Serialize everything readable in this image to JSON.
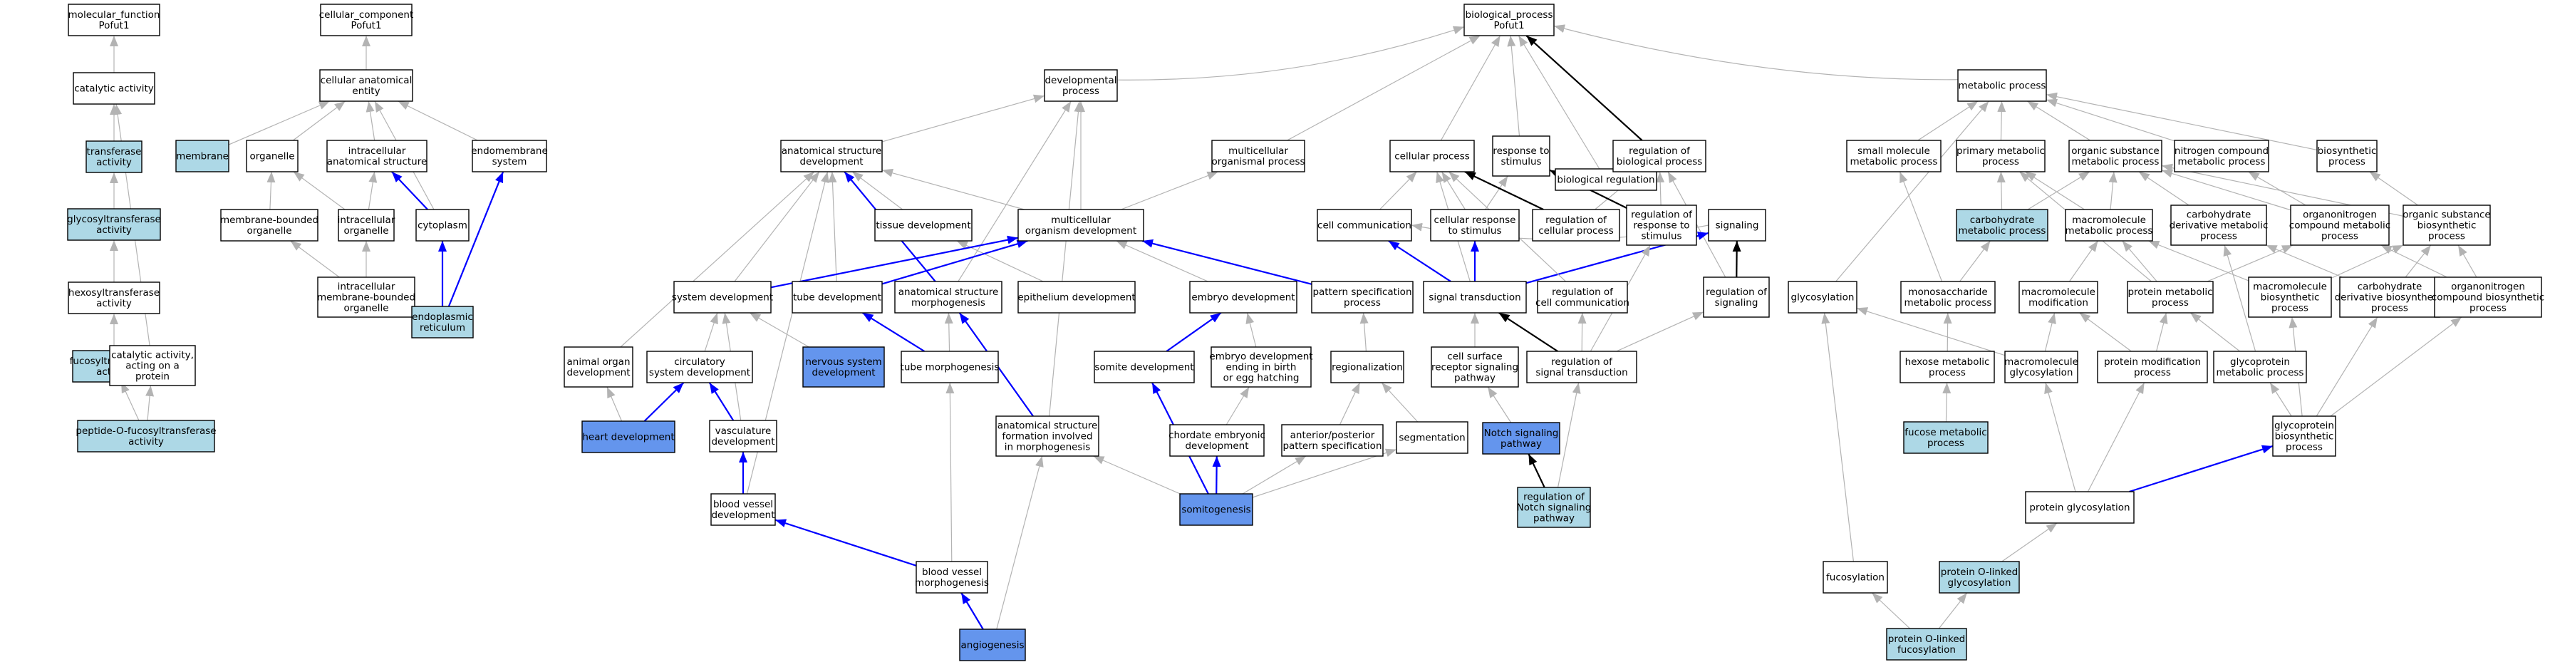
{
  "colors": {
    "plain": "#ffffff",
    "light": "#add8e6",
    "strong": "#6495ed",
    "is_a": "#b3b3b3",
    "part_of": "#0000ff",
    "regulates": "#000000"
  },
  "nodes": {
    "mf": {
      "lines": [
        "molecular_function",
        "Pofut1"
      ],
      "style": "plain"
    },
    "cat": {
      "lines": [
        "catalytic activity"
      ],
      "style": "plain"
    },
    "tra": {
      "lines": [
        "transferase",
        "activity"
      ],
      "style": "light"
    },
    "glyt": {
      "lines": [
        "glycosyltransferase",
        "activity"
      ],
      "style": "light"
    },
    "hexo": {
      "lines": [
        "hexosyltransferase",
        "activity"
      ],
      "style": "plain"
    },
    "fuct": {
      "lines": [
        "fucosyltransferase",
        "activity"
      ],
      "style": "light"
    },
    "catp": {
      "lines": [
        "catalytic activity,",
        "acting on a",
        "protein"
      ],
      "style": "plain"
    },
    "pof": {
      "lines": [
        "peptide-O-fucosyltransferase",
        "activity"
      ],
      "style": "light"
    },
    "cc": {
      "lines": [
        "cellular_component",
        "Pofut1"
      ],
      "style": "plain"
    },
    "cae": {
      "lines": [
        "cellular anatomical",
        "entity"
      ],
      "style": "plain"
    },
    "mem": {
      "lines": [
        "membrane"
      ],
      "style": "light"
    },
    "org": {
      "lines": [
        "organelle"
      ],
      "style": "plain"
    },
    "ias": {
      "lines": [
        "intracellular",
        "anatomical structure"
      ],
      "style": "plain"
    },
    "ems": {
      "lines": [
        "endomembrane",
        "system"
      ],
      "style": "plain"
    },
    "mbo": {
      "lines": [
        "membrane-bounded",
        "organelle"
      ],
      "style": "plain"
    },
    "io": {
      "lines": [
        "intracellular",
        "organelle"
      ],
      "style": "plain"
    },
    "cyt": {
      "lines": [
        "cytoplasm"
      ],
      "style": "plain"
    },
    "imbo": {
      "lines": [
        "intracellular",
        "membrane-bounded",
        "organelle"
      ],
      "style": "plain"
    },
    "er": {
      "lines": [
        "endoplasmic",
        "reticulum"
      ],
      "style": "light"
    },
    "bp": {
      "lines": [
        "biological_process",
        "Pofut1"
      ],
      "style": "plain"
    },
    "devp": {
      "lines": [
        "developmental",
        "process"
      ],
      "style": "plain"
    },
    "asd": {
      "lines": [
        "anatomical structure",
        "development"
      ],
      "style": "plain"
    },
    "mop": {
      "lines": [
        "multicellular",
        "organismal process"
      ],
      "style": "plain"
    },
    "cp": {
      "lines": [
        "cellular process"
      ],
      "style": "plain"
    },
    "rts": {
      "lines": [
        "response to",
        "stimulus"
      ],
      "style": "plain"
    },
    "breg": {
      "lines": [
        "biological regulation"
      ],
      "style": "plain"
    },
    "rbp": {
      "lines": [
        "regulation of",
        "biological process"
      ],
      "style": "plain"
    },
    "mp": {
      "lines": [
        "metabolic process"
      ],
      "style": "plain"
    },
    "td": {
      "lines": [
        "tissue development"
      ],
      "style": "plain"
    },
    "mod": {
      "lines": [
        "multicellular",
        "organism development"
      ],
      "style": "plain"
    },
    "cc2": {
      "lines": [
        "cell communication"
      ],
      "style": "plain"
    },
    "crs": {
      "lines": [
        "cellular response",
        "to stimulus"
      ],
      "style": "plain"
    },
    "rcp": {
      "lines": [
        "regulation of",
        "cellular process"
      ],
      "style": "plain"
    },
    "rrs": {
      "lines": [
        "regulation of",
        "response to",
        "stimulus"
      ],
      "style": "plain"
    },
    "sig": {
      "lines": [
        "signaling"
      ],
      "style": "plain"
    },
    "sd": {
      "lines": [
        "system development"
      ],
      "style": "plain"
    },
    "tubd": {
      "lines": [
        "tube development"
      ],
      "style": "plain"
    },
    "asm": {
      "lines": [
        "anatomical structure",
        "morphogenesis"
      ],
      "style": "plain"
    },
    "epd": {
      "lines": [
        "epithelium development"
      ],
      "style": "plain"
    },
    "ed": {
      "lines": [
        "embryo development"
      ],
      "style": "plain"
    },
    "psp": {
      "lines": [
        "pattern specification",
        "process"
      ],
      "style": "plain"
    },
    "st": {
      "lines": [
        "signal transduction"
      ],
      "style": "plain"
    },
    "rcc": {
      "lines": [
        "regulation of",
        "cell communication"
      ],
      "style": "plain"
    },
    "rsig": {
      "lines": [
        "regulation of",
        "signaling"
      ],
      "style": "plain"
    },
    "aod": {
      "lines": [
        "animal organ",
        "development"
      ],
      "style": "plain"
    },
    "csd": {
      "lines": [
        "circulatory",
        "system development"
      ],
      "style": "plain"
    },
    "nsd": {
      "lines": [
        "nervous system",
        "development"
      ],
      "style": "strong"
    },
    "tm": {
      "lines": [
        "tube morphogenesis"
      ],
      "style": "plain"
    },
    "sod": {
      "lines": [
        "somite development"
      ],
      "style": "plain"
    },
    "edb": {
      "lines": [
        "embryo development",
        "ending in birth",
        "or egg hatching"
      ],
      "style": "plain"
    },
    "reg": {
      "lines": [
        "regionalization"
      ],
      "style": "plain"
    },
    "csr": {
      "lines": [
        "cell surface",
        "receptor signaling",
        "pathway"
      ],
      "style": "plain"
    },
    "rst": {
      "lines": [
        "regulation of",
        "signal transduction"
      ],
      "style": "plain"
    },
    "hd": {
      "lines": [
        "heart development"
      ],
      "style": "strong"
    },
    "vd": {
      "lines": [
        "vasculature",
        "development"
      ],
      "style": "plain"
    },
    "asf": {
      "lines": [
        "anatomical structure",
        "formation involved",
        "in morphogenesis"
      ],
      "style": "plain"
    },
    "ced": {
      "lines": [
        "chordate embryonic",
        "development"
      ],
      "style": "plain"
    },
    "aps": {
      "lines": [
        "anterior/posterior",
        "pattern specification"
      ],
      "style": "plain"
    },
    "seg": {
      "lines": [
        "segmentation"
      ],
      "style": "plain"
    },
    "notch": {
      "lines": [
        "Notch signaling",
        "pathway"
      ],
      "style": "strong"
    },
    "bvd": {
      "lines": [
        "blood vessel",
        "development"
      ],
      "style": "plain"
    },
    "somi": {
      "lines": [
        "somitogenesis"
      ],
      "style": "strong"
    },
    "rnotch": {
      "lines": [
        "regulation of",
        "Notch signaling",
        "pathway"
      ],
      "style": "light"
    },
    "bvm": {
      "lines": [
        "blood vessel",
        "morphogenesis"
      ],
      "style": "plain"
    },
    "ang": {
      "lines": [
        "angiogenesis"
      ],
      "style": "strong"
    },
    "smp": {
      "lines": [
        "small molecule",
        "metabolic process"
      ],
      "style": "plain"
    },
    "pmp": {
      "lines": [
        "primary metabolic",
        "process"
      ],
      "style": "plain"
    },
    "osmp": {
      "lines": [
        "organic substance",
        "metabolic process"
      ],
      "style": "plain"
    },
    "ncmp": {
      "lines": [
        "nitrogen compound",
        "metabolic process"
      ],
      "style": "plain"
    },
    "bsp": {
      "lines": [
        "biosynthetic",
        "process"
      ],
      "style": "plain"
    },
    "chmp": {
      "lines": [
        "carbohydrate",
        "metabolic process"
      ],
      "style": "light"
    },
    "mmp": {
      "lines": [
        "macromolecule",
        "metabolic process"
      ],
      "style": "plain"
    },
    "cdmp": {
      "lines": [
        "carbohydrate",
        "derivative metabolic",
        "process"
      ],
      "style": "plain"
    },
    "oncmp": {
      "lines": [
        "organonitrogen",
        "compound metabolic",
        "process"
      ],
      "style": "plain"
    },
    "osbp": {
      "lines": [
        "organic substance",
        "biosynthetic",
        "process"
      ],
      "style": "plain"
    },
    "glyc": {
      "lines": [
        "glycosylation"
      ],
      "style": "plain"
    },
    "msmp": {
      "lines": [
        "monosaccharide",
        "metabolic process"
      ],
      "style": "plain"
    },
    "mmod": {
      "lines": [
        "macromolecule",
        "modification"
      ],
      "style": "plain"
    },
    "prmp": {
      "lines": [
        "protein metabolic",
        "process"
      ],
      "style": "plain"
    },
    "mbp": {
      "lines": [
        "macromolecule",
        "biosynthetic",
        "process"
      ],
      "style": "plain"
    },
    "cdbp": {
      "lines": [
        "carbohydrate",
        "derivative biosynthetic",
        "process"
      ],
      "style": "plain"
    },
    "oncbp": {
      "lines": [
        "organonitrogen",
        "compound biosynthetic",
        "process"
      ],
      "style": "plain"
    },
    "hmp": {
      "lines": [
        "hexose metabolic",
        "process"
      ],
      "style": "plain"
    },
    "mglyc": {
      "lines": [
        "macromolecule",
        "glycosylation"
      ],
      "style": "plain"
    },
    "pmod": {
      "lines": [
        "protein modification",
        "process"
      ],
      "style": "plain"
    },
    "gpmp": {
      "lines": [
        "glycoprotein",
        "metabolic process"
      ],
      "style": "plain"
    },
    "fmp": {
      "lines": [
        "fucose metabolic",
        "process"
      ],
      "style": "light"
    },
    "gpbp": {
      "lines": [
        "glycoprotein",
        "biosynthetic",
        "process"
      ],
      "style": "plain"
    },
    "pglyc": {
      "lines": [
        "protein glycosylation"
      ],
      "style": "plain"
    },
    "fuco": {
      "lines": [
        "fucosylation"
      ],
      "style": "plain"
    },
    "pog": {
      "lines": [
        "protein O-linked",
        "glycosylation"
      ],
      "style": "light"
    },
    "pof2": {
      "lines": [
        "protein O-linked",
        "fucosylation"
      ],
      "style": "light"
    }
  },
  "edges": [
    [
      "cat",
      "mf",
      "is_a"
    ],
    [
      "tra",
      "cat",
      "is_a"
    ],
    [
      "glyt",
      "tra",
      "is_a"
    ],
    [
      "hexo",
      "glyt",
      "is_a"
    ],
    [
      "fuct",
      "hexo",
      "is_a"
    ],
    [
      "catp",
      "cat",
      "is_a"
    ],
    [
      "pof",
      "fuct",
      "is_a"
    ],
    [
      "pof",
      "catp",
      "is_a"
    ],
    [
      "cae",
      "cc",
      "is_a"
    ],
    [
      "mem",
      "cae",
      "is_a"
    ],
    [
      "org",
      "cae",
      "is_a"
    ],
    [
      "ias",
      "cae",
      "is_a"
    ],
    [
      "ems",
      "cae",
      "is_a"
    ],
    [
      "cyt",
      "cae",
      "is_a"
    ],
    [
      "mbo",
      "org",
      "is_a"
    ],
    [
      "io",
      "org",
      "is_a"
    ],
    [
      "io",
      "ias",
      "is_a"
    ],
    [
      "cyt",
      "ias",
      "part_of"
    ],
    [
      "imbo",
      "mbo",
      "is_a"
    ],
    [
      "imbo",
      "io",
      "is_a"
    ],
    [
      "er",
      "imbo",
      "is_a"
    ],
    [
      "er",
      "cyt",
      "part_of"
    ],
    [
      "er",
      "ems",
      "part_of"
    ],
    [
      "devp",
      "bp",
      "is_a"
    ],
    [
      "mop",
      "bp",
      "is_a"
    ],
    [
      "cp",
      "bp",
      "is_a"
    ],
    [
      "rts",
      "bp",
      "is_a"
    ],
    [
      "breg",
      "bp",
      "is_a"
    ],
    [
      "rbp",
      "bp",
      "regulates"
    ],
    [
      "mp",
      "bp",
      "is_a"
    ],
    [
      "rbp",
      "breg",
      "is_a"
    ],
    [
      "asd",
      "devp",
      "is_a"
    ],
    [
      "mod",
      "devp",
      "is_a"
    ],
    [
      "mod",
      "mop",
      "is_a"
    ],
    [
      "asm",
      "devp",
      "is_a"
    ],
    [
      "td",
      "asd",
      "is_a"
    ],
    [
      "sd",
      "asd",
      "is_a"
    ],
    [
      "mod",
      "asd",
      "is_a"
    ],
    [
      "tubd",
      "asd",
      "is_a"
    ],
    [
      "aod",
      "asd",
      "is_a"
    ],
    [
      "bvd",
      "asd",
      "is_a"
    ],
    [
      "asm",
      "asd",
      "part_of"
    ],
    [
      "epd",
      "td",
      "is_a"
    ],
    [
      "sd",
      "mod",
      "part_of"
    ],
    [
      "tubd",
      "mod",
      "part_of"
    ],
    [
      "ed",
      "mod",
      "is_a"
    ],
    [
      "psp",
      "mod",
      "part_of"
    ],
    [
      "cc2",
      "cp",
      "is_a"
    ],
    [
      "crs",
      "cp",
      "is_a"
    ],
    [
      "crs",
      "rts",
      "is_a"
    ],
    [
      "rcp",
      "cp",
      "regulates"
    ],
    [
      "rcp",
      "rbp",
      "is_a"
    ],
    [
      "rrs",
      "rts",
      "regulates"
    ],
    [
      "rrs",
      "rbp",
      "is_a"
    ],
    [
      "sig",
      "cc2",
      "is_a"
    ],
    [
      "rsig",
      "sig",
      "regulates"
    ],
    [
      "rsig",
      "rbp",
      "is_a"
    ],
    [
      "st",
      "cc2",
      "part_of"
    ],
    [
      "st",
      "crs",
      "part_of"
    ],
    [
      "st",
      "sig",
      "part_of"
    ],
    [
      "st",
      "cp",
      "is_a"
    ],
    [
      "rcc",
      "cp",
      "is_a"
    ],
    [
      "rst",
      "st",
      "regulates"
    ],
    [
      "rst",
      "rcc",
      "is_a"
    ],
    [
      "rst",
      "rsig",
      "is_a"
    ],
    [
      "rst",
      "rrs",
      "is_a"
    ],
    [
      "csr",
      "st",
      "is_a"
    ],
    [
      "notch",
      "csr",
      "is_a"
    ],
    [
      "rnotch",
      "notch",
      "regulates"
    ],
    [
      "rnotch",
      "rst",
      "is_a"
    ],
    [
      "nsd",
      "sd",
      "is_a"
    ],
    [
      "csd",
      "sd",
      "is_a"
    ],
    [
      "vd",
      "sd",
      "is_a"
    ],
    [
      "hd",
      "aod",
      "is_a"
    ],
    [
      "hd",
      "csd",
      "part_of"
    ],
    [
      "vd",
      "csd",
      "part_of"
    ],
    [
      "bvd",
      "vd",
      "part_of"
    ],
    [
      "tm",
      "tubd",
      "part_of"
    ],
    [
      "tm",
      "asm",
      "is_a"
    ],
    [
      "asf",
      "asm",
      "part_of"
    ],
    [
      "asf",
      "devp",
      "is_a"
    ],
    [
      "sod",
      "ed",
      "part_of"
    ],
    [
      "edb",
      "ed",
      "is_a"
    ],
    [
      "ced",
      "edb",
      "is_a"
    ],
    [
      "reg",
      "psp",
      "is_a"
    ],
    [
      "aps",
      "reg",
      "is_a"
    ],
    [
      "seg",
      "reg",
      "is_a"
    ],
    [
      "somi",
      "sod",
      "part_of"
    ],
    [
      "somi",
      "ced",
      "part_of"
    ],
    [
      "somi",
      "asf",
      "is_a"
    ],
    [
      "somi",
      "aps",
      "is_a"
    ],
    [
      "somi",
      "seg",
      "is_a"
    ],
    [
      "bvm",
      "bvd",
      "part_of"
    ],
    [
      "bvm",
      "tm",
      "is_a"
    ],
    [
      "ang",
      "bvm",
      "part_of"
    ],
    [
      "ang",
      "asf",
      "is_a"
    ],
    [
      "smp",
      "mp",
      "is_a"
    ],
    [
      "pmp",
      "mp",
      "is_a"
    ],
    [
      "osmp",
      "mp",
      "is_a"
    ],
    [
      "ncmp",
      "mp",
      "is_a"
    ],
    [
      "bsp",
      "mp",
      "is_a"
    ],
    [
      "glyc",
      "mp",
      "is_a"
    ],
    [
      "chmp",
      "pmp",
      "is_a"
    ],
    [
      "chmp",
      "osmp",
      "is_a"
    ],
    [
      "mmp",
      "pmp",
      "is_a"
    ],
    [
      "mmp",
      "osmp",
      "is_a"
    ],
    [
      "cdmp",
      "osmp",
      "is_a"
    ],
    [
      "oncmp",
      "osmp",
      "is_a"
    ],
    [
      "oncmp",
      "ncmp",
      "is_a"
    ],
    [
      "osbp",
      "osmp",
      "is_a"
    ],
    [
      "osbp",
      "bsp",
      "is_a"
    ],
    [
      "msmp",
      "smp",
      "is_a"
    ],
    [
      "msmp",
      "chmp",
      "is_a"
    ],
    [
      "hmp",
      "msmp",
      "is_a"
    ],
    [
      "fmp",
      "hmp",
      "is_a"
    ],
    [
      "mmod",
      "mmp",
      "is_a"
    ],
    [
      "prmp",
      "mmp",
      "is_a"
    ],
    [
      "prmp",
      "pmp",
      "is_a"
    ],
    [
      "prmp",
      "oncmp",
      "is_a"
    ],
    [
      "mbp",
      "mmp",
      "is_a"
    ],
    [
      "mbp",
      "osbp",
      "is_a"
    ],
    [
      "cdbp",
      "cdmp",
      "is_a"
    ],
    [
      "cdbp",
      "osbp",
      "is_a"
    ],
    [
      "oncbp",
      "oncmp",
      "is_a"
    ],
    [
      "oncbp",
      "osbp",
      "is_a"
    ],
    [
      "mglyc",
      "mmod",
      "is_a"
    ],
    [
      "mglyc",
      "glyc",
      "is_a"
    ],
    [
      "pmod",
      "prmp",
      "is_a"
    ],
    [
      "pmod",
      "mmod",
      "is_a"
    ],
    [
      "gpmp",
      "prmp",
      "is_a"
    ],
    [
      "gpmp",
      "cdmp",
      "is_a"
    ],
    [
      "gpbp",
      "gpmp",
      "is_a"
    ],
    [
      "gpbp",
      "mbp",
      "is_a"
    ],
    [
      "gpbp",
      "cdbp",
      "is_a"
    ],
    [
      "gpbp",
      "oncbp",
      "is_a"
    ],
    [
      "pglyc",
      "mglyc",
      "is_a"
    ],
    [
      "pglyc",
      "pmod",
      "is_a"
    ],
    [
      "pglyc",
      "gpbp",
      "part_of"
    ],
    [
      "pog",
      "pglyc",
      "is_a"
    ],
    [
      "fuco",
      "glyc",
      "is_a"
    ],
    [
      "pof2",
      "pog",
      "is_a"
    ],
    [
      "pof2",
      "fuco",
      "is_a"
    ]
  ]
}
